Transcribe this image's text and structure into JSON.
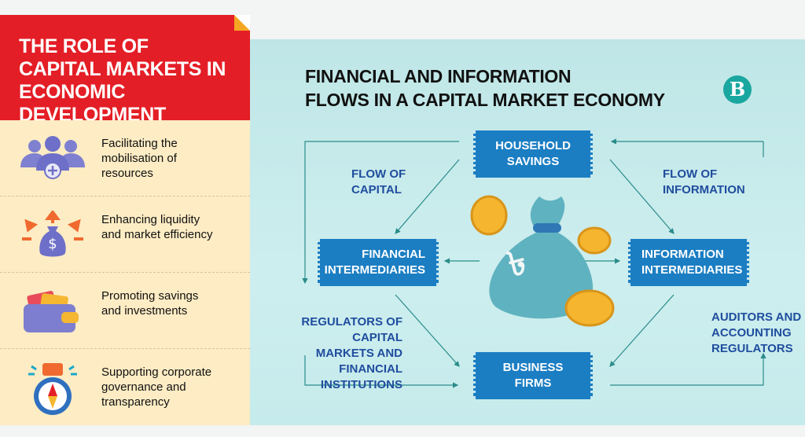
{
  "left_panel": {
    "title": "THE ROLE OF CAPITAL MARKETS IN ECONOMIC DEVELOPMENT",
    "items": [
      {
        "icon": "people-plus-icon",
        "text": "Facilitating the mobilisation of resources"
      },
      {
        "icon": "money-bag-arrows-icon",
        "text": "Enhancing liquidity and market efficiency"
      },
      {
        "icon": "wallet-icon",
        "text": "Promoting savings and investments"
      },
      {
        "icon": "briefcase-compass-icon",
        "text": "Supporting corporate governance and transparency"
      }
    ]
  },
  "diagram": {
    "title_line1": "FINANCIAL AND INFORMATION",
    "title_line2": "FLOWS IN A CAPITAL MARKET ECONOMY",
    "logo": "B",
    "nodes": {
      "household": [
        "HOUSEHOLD",
        "SAVINGS"
      ],
      "financial": [
        "FINANCIAL",
        "INTERMEDIARIES"
      ],
      "information": [
        "INFORMATION",
        "INTERMEDIARIES"
      ],
      "business": [
        "BUSINESS",
        "FIRMS"
      ]
    },
    "labels": {
      "flow_capital": [
        "FLOW OF",
        "CAPITAL"
      ],
      "flow_information": [
        "FLOW OF",
        "INFORMATION"
      ],
      "regulators": [
        "REGULATORS OF CAPITAL",
        "MARKETS AND FINANCIAL",
        "INSTITUTIONS"
      ],
      "auditors": [
        "AUDITORS AND",
        "ACCOUNTING",
        "REGULATORS"
      ]
    },
    "colors": {
      "box": "#1b7ec3",
      "label": "#1f4d9e",
      "arrow": "#2a8c8a",
      "panel": "#bfe6e7"
    }
  }
}
